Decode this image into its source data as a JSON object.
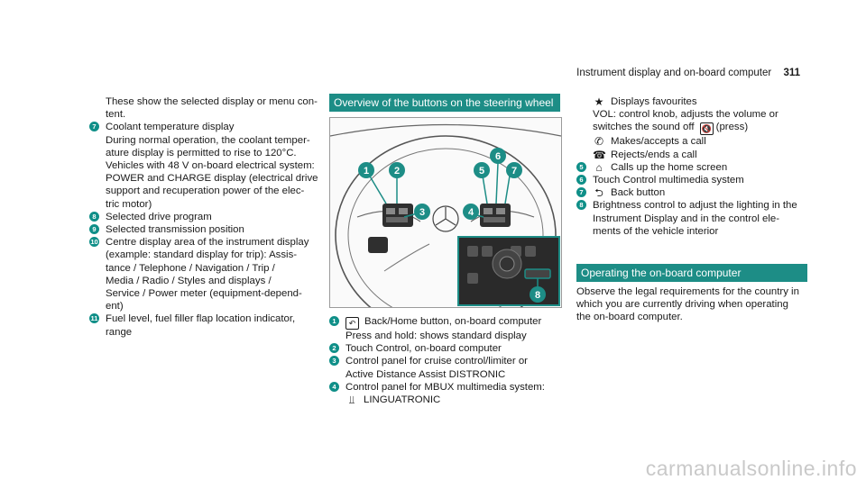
{
  "header": {
    "title": "Instrument display and on-board computer",
    "page_number": "311"
  },
  "left_column": {
    "intro": "These show the selected display or menu content.",
    "items": [
      {
        "num": "7",
        "text": "Coolant temperature display\nDuring normal operation, the coolant temperature display is permitted to rise to 120°C.\nVehicles with 48 V on-board electrical system: POWER and CHARGE display (electrical drive support and recuperation power of the electric motor)"
      },
      {
        "num": "8",
        "text": "Selected drive program"
      },
      {
        "num": "9",
        "text": "Selected transmission position"
      },
      {
        "num": "10",
        "text": "Centre display area of the instrument display (example: standard display for trip): Assistance / Telephone / Navigation / Trip / Media / Radio / Styles and displays / Service / Power meter (equipment-dependent)"
      },
      {
        "num": "11",
        "text": "Fuel level, fuel filler flap location indicator, range"
      }
    ]
  },
  "middle_column": {
    "section_title": "Overview of the buttons on the steering wheel",
    "figure_callouts": [
      "1",
      "2",
      "3",
      "4",
      "5",
      "6",
      "7",
      "8"
    ],
    "items": [
      {
        "num": "1",
        "symbol": "back-home-icon",
        "text": "Back/Home button, on-board computer\nPress and hold: shows standard display"
      },
      {
        "num": "2",
        "text": "Touch Control, on-board computer"
      },
      {
        "num": "3",
        "text": "Control panel for cruise control/limiter or Active Distance Assist DISTRONIC"
      },
      {
        "num": "4",
        "text": "Control panel for MBUX multimedia system:",
        "sub_text": "LINGUATRONIC"
      }
    ]
  },
  "right_column": {
    "lines": [
      {
        "symbol": "star-icon",
        "text": "Displays favourites"
      },
      {
        "text": "VOL: control knob, adjusts the volume or switches the sound off",
        "suffix": "(press)"
      },
      {
        "symbol": "phone-accept-icon",
        "text": "Makes/accepts a call"
      },
      {
        "symbol": "phone-reject-icon",
        "text": "Rejects/ends a call"
      }
    ],
    "items": [
      {
        "num": "5",
        "symbol": "home-icon",
        "text": "Calls up the home screen"
      },
      {
        "num": "6",
        "text": "Touch Control multimedia system"
      },
      {
        "num": "7",
        "symbol": "back-arrow-icon",
        "text": "Back button"
      },
      {
        "num": "8",
        "text": "Brightness control to adjust the lighting in the Instrument Display and in the control elements of the vehicle interior"
      }
    ],
    "section_title": "Operating the on-board computer",
    "section_text": "Observe the legal requirements for the country in which you are currently driving when operating the on-board computer."
  },
  "watermark": "carmanualsonline.info",
  "colors": {
    "accent": "#1d8d86",
    "callout": "#0f8f88"
  }
}
